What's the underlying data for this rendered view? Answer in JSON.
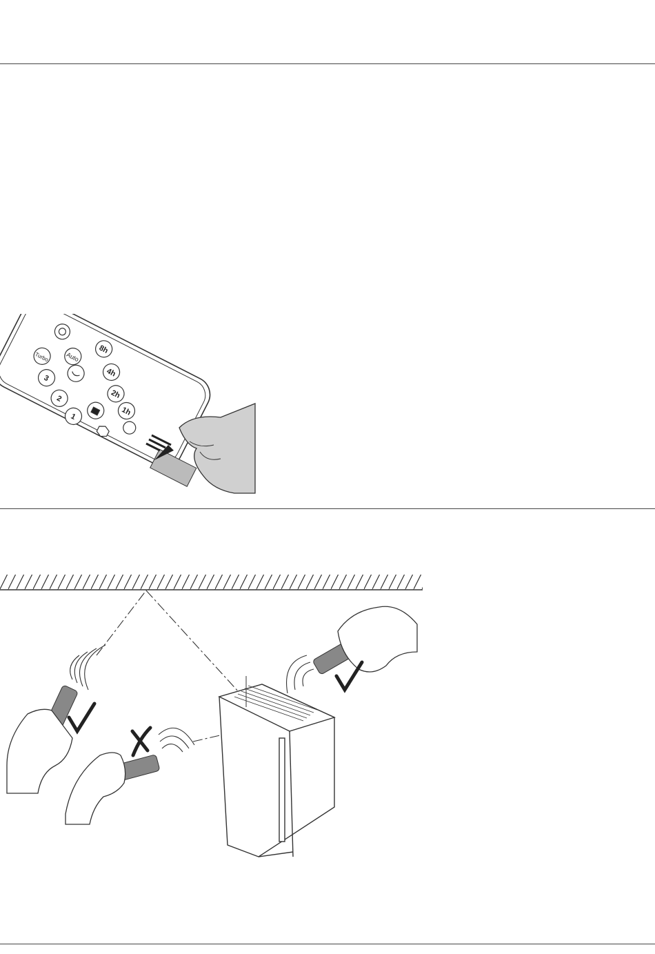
{
  "remote": {
    "buttons": {
      "power": "",
      "auto": "Auto",
      "turbo": "Turbo",
      "sleep": "",
      "lock": "",
      "night": "",
      "speed1": "1",
      "speed2": "2",
      "speed3": "3",
      "timer1": "1h",
      "timer2": "2h",
      "timer4": "4h",
      "timer8": "8h"
    },
    "action_icon": "pull-tab-arrows-icon"
  },
  "operation": {
    "correct_mark_icon": "checkmark-icon",
    "wrong_mark_icon": "cross-icon"
  }
}
